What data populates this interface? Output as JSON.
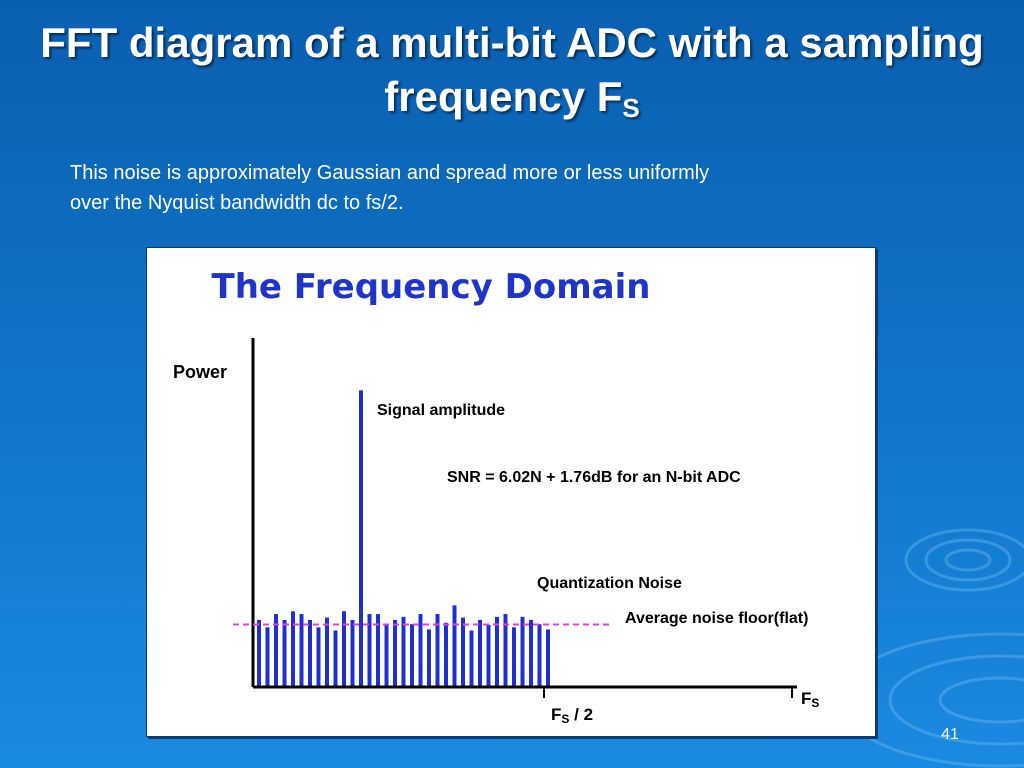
{
  "slide": {
    "title_main": "FFT diagram of a multi-bit ADC with a sampling frequency F",
    "title_sub": "S",
    "body_text_line1": "This noise is approximately Gaussian and spread more or less uniformly",
    "body_text_line2": "over the Nyquist bandwidth dc to fs/2.",
    "page_number": "41"
  },
  "figure": {
    "heading": "The Frequency Domain",
    "y_axis_label": "Power",
    "signal_label": "Signal amplitude",
    "snr_label": "SNR = 6.02N + 1.76dB for an N-bit ADC",
    "noise_label": "Quantization Noise",
    "floor_label": "Average noise floor(flat)",
    "nyquist_label_main": "F",
    "nyquist_label_sub": "S",
    "nyquist_label_suffix": " / 2",
    "fs_label_main": "F",
    "fs_label_sub": "S",
    "colors": {
      "bar": "#2030d0",
      "heading": "#1f35c8",
      "floor_line": "#e040e0",
      "axis": "#000000"
    }
  },
  "chart_data": {
    "type": "bar",
    "y_max": 100,
    "signal_level": 85,
    "noise_floor": 17.9,
    "noise_values": [
      19.2,
      17.1,
      20.9,
      19.2,
      21.7,
      20.9,
      19.2,
      17.1,
      19.9,
      16.2,
      21.7,
      19.2,
      20.9,
      20.9,
      18.0,
      19.2,
      20.1,
      18.0,
      20.9,
      16.5,
      20.9,
      18.4,
      23.4,
      19.9,
      16.2,
      19.2,
      17.8,
      20.1,
      20.9,
      17.1,
      20.1,
      19.2,
      18.0,
      16.5
    ]
  }
}
